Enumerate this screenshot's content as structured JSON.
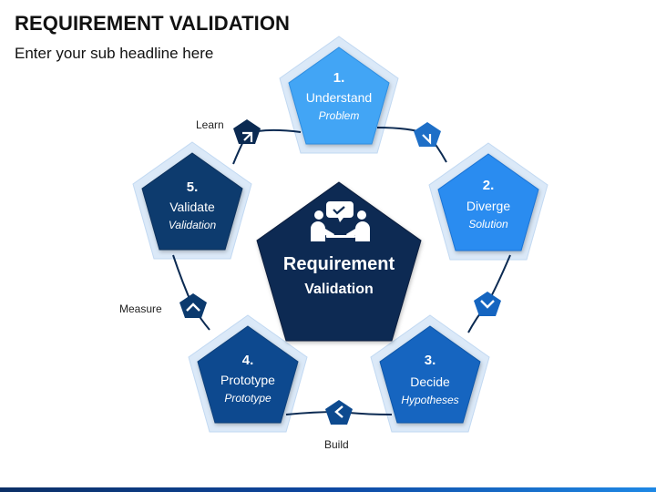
{
  "header": {
    "title": "REQUIREMENT VALIDATION",
    "subtitle": "Enter your sub headline here"
  },
  "center": {
    "title": "Requirement",
    "subtitle": "Validation",
    "icon": "meeting-agreement-icon"
  },
  "steps": [
    {
      "number": "1.",
      "label": "Understand",
      "sublabel": "Problem"
    },
    {
      "number": "2.",
      "label": "Diverge",
      "sublabel": "Solution"
    },
    {
      "number": "3.",
      "label": "Decide",
      "sublabel": "Hypotheses"
    },
    {
      "number": "4.",
      "label": "Prototype",
      "sublabel": "Prototype"
    },
    {
      "number": "5.",
      "label": "Validate",
      "sublabel": "Validation"
    }
  ],
  "cycle_labels": {
    "learn": "Learn",
    "measure": "Measure",
    "build": "Build"
  },
  "colors": {
    "step1": "#42a5f5",
    "step2": "#2b8cf0",
    "step3": "#1565c0",
    "step4": "#0d4a8f",
    "step5": "#0b3a6e",
    "center": "#0b2a52",
    "ring": "#cfe3f7"
  }
}
